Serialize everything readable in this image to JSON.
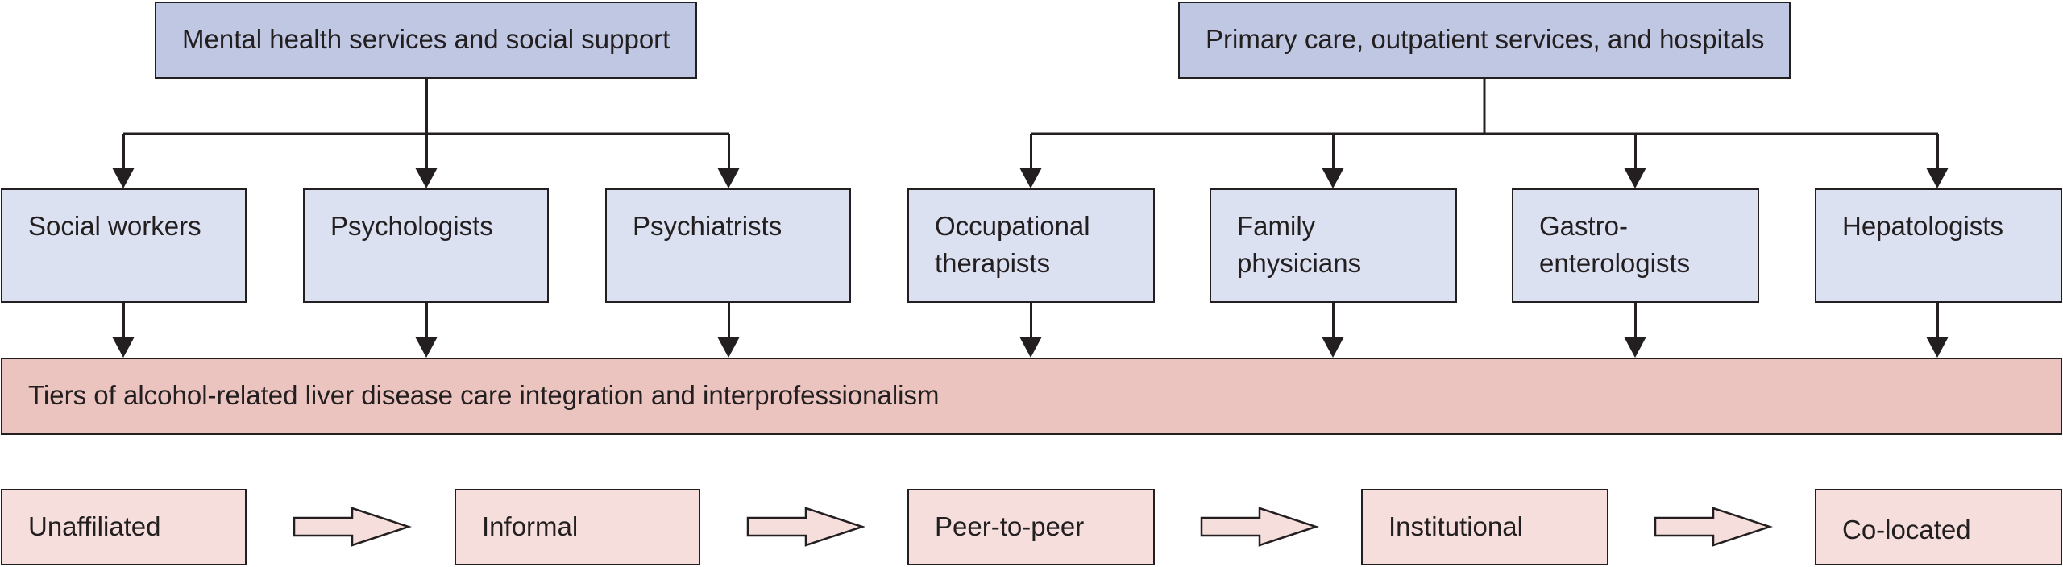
{
  "sources": {
    "mental_health": "Mental health services and social support",
    "primary_care": "Primary care, outpatient services, and hospitals"
  },
  "professionals": [
    "Social workers",
    "Psychologists",
    "Psychiatrists",
    "Occupational\ntherapists",
    "Family\nphysicians",
    "Gastro-\nenterologists",
    "Hepatologists"
  ],
  "integration_band": "Tiers of alcohol-related liver disease care integration and interprofessionalism",
  "tiers": [
    "Unaffiliated",
    "Informal",
    "Peer-to-peer",
    "Institutional",
    "Co-located"
  ],
  "colors": {
    "source_fill": "#c0c7e2",
    "professional_fill": "#dce1f1",
    "band_fill": "#ebc4c0",
    "tier_fill": "#f5dedb",
    "line": "#231f20"
  }
}
